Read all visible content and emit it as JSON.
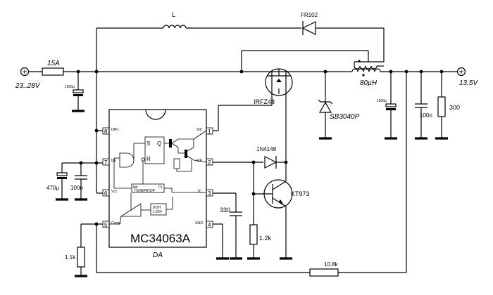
{
  "labels": {
    "inductor_top": "L",
    "diode_top": "FR102",
    "fuse": "15A",
    "input_voltage": "23..28V",
    "output_voltage": "13,5V",
    "cap_in": "1000µ",
    "mosfet": "IRFZ48",
    "schottky": "SB3040P",
    "choke": "80µH",
    "cap_out_elec": "1000µ",
    "cap_out_100n": "100n",
    "res_out": "300",
    "diode_mid": "1N4148",
    "transistor": "KT973",
    "cap_470": "470µ",
    "cap_100n_left": "100n",
    "cap_330": "330",
    "res_1k2": "1.2k",
    "res_1k1": "1.1k",
    "res_10k8": "10.8k",
    "chip_name": "MC34063A",
    "chip_ref": "DA",
    "oscillator": "ГЕНЕРАТОР",
    "vref": "ИОН",
    "vref_val": "1.25V"
  },
  "pins": {
    "p1": "1",
    "p2": "2",
    "p3": "3",
    "p4": "4",
    "p5": "5",
    "p6": "6",
    "p7": "7",
    "p8": "8",
    "p1_name": "S/C",
    "p2_name": "S/E",
    "p3_name": "TC",
    "p4_name": "GND",
    "p5_name": "Comp",
    "p6_name": "Vcc",
    "p7_name": "Ipk",
    "p8_name": "DRC",
    "latch_s": "S",
    "latch_r": "R",
    "latch_q": "Q",
    "osc_ipk": "Ipk",
    "osc_ct": "Ct"
  },
  "colors": {
    "chip_name": "#e00000"
  }
}
